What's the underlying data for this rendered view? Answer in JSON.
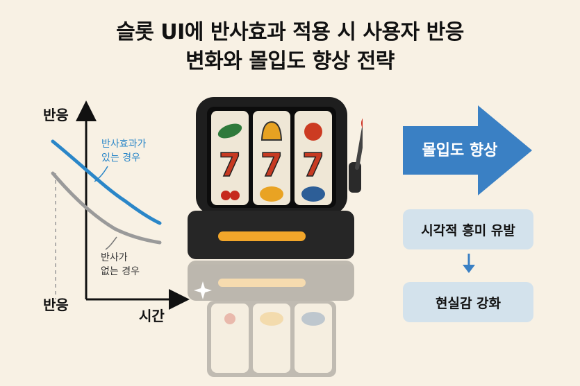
{
  "title": {
    "line1": "슬롯 UI에 반사효과 적용 시 사용자 반응",
    "line2": "변화와 몰입도 향상 전략"
  },
  "chart": {
    "y_label": "반응",
    "x_label": "시간",
    "origin_label": "반응",
    "series": [
      {
        "name_line1": "반사효과가",
        "name_line2": "있는 경우",
        "color": "#2a86c8"
      },
      {
        "name_line1": "반사가",
        "name_line2": "없는 경우",
        "color": "#9a9a9a"
      }
    ]
  },
  "slot_machine": {
    "reels": [
      "melon-icon",
      "bell-icon",
      "apple-icon"
    ],
    "sevens": [
      "7",
      "7",
      "7"
    ],
    "bottom_row": [
      "cherry-icon",
      "lemon-icon",
      "plum-icon"
    ],
    "body_color": "#1e1e1e",
    "accent_color": "#f2a62a"
  },
  "flow": {
    "arrow_text": "몰입도 향상",
    "step1": "시각적 흥미 유발",
    "step2": "현실감 강화",
    "arrow_color": "#3a80c4",
    "box_color": "#d3e2ec"
  }
}
